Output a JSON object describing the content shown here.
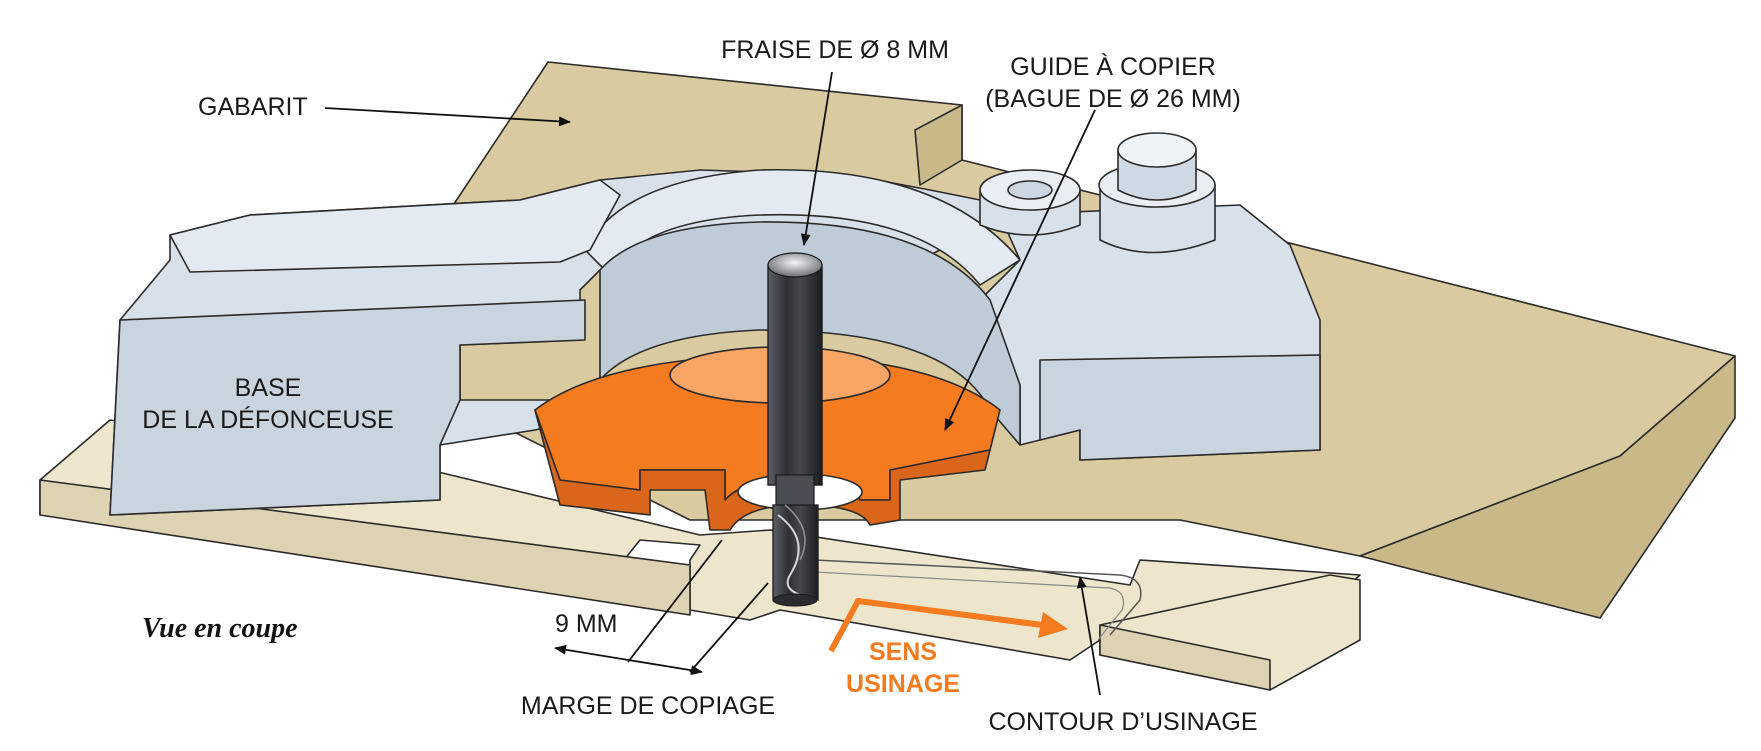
{
  "colors": {
    "template": "#d9ca9f",
    "template_side": "#c9b888",
    "workpiece": "#ede5cc",
    "workpiece_side": "#ddd3b3",
    "router_base": "#d8e1ea",
    "router_base_dark": "#bfcbd7",
    "copy_guide": "#f47b20",
    "copy_guide_dark": "#d9661a",
    "bit": "#3a3d42",
    "orange_text": "#f47b20"
  },
  "labels": {
    "bit": "FRAISE DE Ø 8 MM",
    "guide_line1": "GUIDE À COPIER",
    "guide_line2": "(BAGUE DE Ø 26 MM)",
    "template": "GABARIT",
    "base_line1": "BASE",
    "base_line2": "DE LA DÉFONCEUSE",
    "dimension": "9 MM",
    "margin": "MARGE DE COPIAGE",
    "direction_line1": "SENS",
    "direction_line2": "USINAGE",
    "contour": "CONTOUR D’USINAGE",
    "view": "Vue en coupe"
  }
}
